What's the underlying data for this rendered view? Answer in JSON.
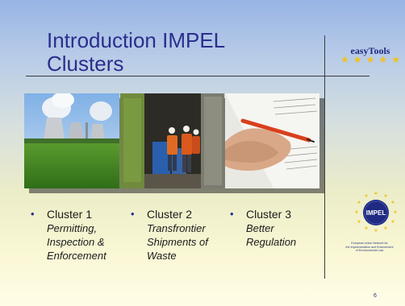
{
  "slide": {
    "title": "Introduction IMPEL Clusters",
    "title_line1": "Introduction IMPEL",
    "title_line2": "Clusters",
    "page_number": "6",
    "brand": {
      "name": "easyTools",
      "stars": 5,
      "star_color": "#f2c21b",
      "name_color": "#1f2a80"
    },
    "photos": [
      {
        "name": "power-plant-photo"
      },
      {
        "name": "container-inspection-photo"
      },
      {
        "name": "writing-document-photo"
      }
    ],
    "clusters": [
      {
        "heading": "Cluster 1",
        "lines": [
          "Permitting,",
          "Inspection &",
          "Enforcement"
        ]
      },
      {
        "heading": "Cluster 2",
        "lines": [
          "Transfrontier",
          "Shipments of",
          "Waste"
        ]
      },
      {
        "heading": "Cluster 3",
        "lines": [
          "Better",
          "Regulation"
        ]
      }
    ],
    "logo": {
      "text": "IMPEL",
      "caption_lines": [
        "European Union Network for",
        "the Implementation and Enforcement",
        "of Environmental Law"
      ],
      "color": "#1f2a80"
    },
    "colors": {
      "title": "#2b2e8c",
      "bullet": "#2a2f8f"
    }
  }
}
